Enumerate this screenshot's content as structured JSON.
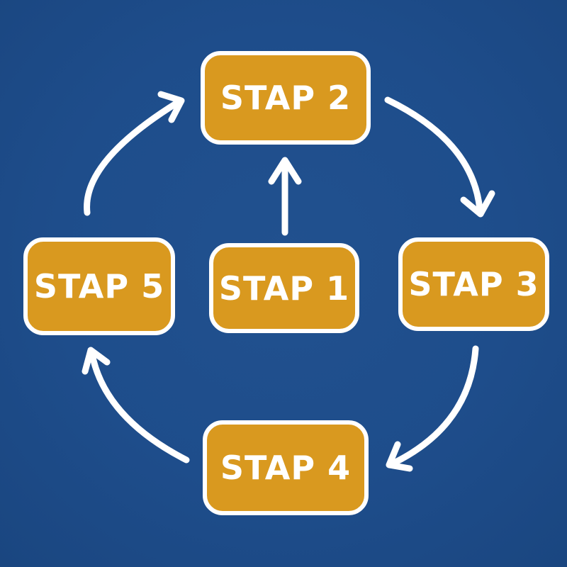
{
  "diagram": {
    "type": "cycle-flow",
    "steps": [
      {
        "id": "step-1",
        "label": "STAP 1",
        "position": "center"
      },
      {
        "id": "step-2",
        "label": "STAP 2",
        "position": "top"
      },
      {
        "id": "step-3",
        "label": "STAP 3",
        "position": "right"
      },
      {
        "id": "step-4",
        "label": "STAP 4",
        "position": "bottom"
      },
      {
        "id": "step-5",
        "label": "STAP 5",
        "position": "left"
      }
    ],
    "connections": [
      {
        "from": "STAP 1",
        "to": "STAP 2",
        "style": "straight-up-arrow"
      },
      {
        "from": "STAP 2",
        "to": "STAP 3",
        "style": "curved-clockwise-arrow"
      },
      {
        "from": "STAP 3",
        "to": "STAP 4",
        "style": "curved-clockwise-arrow"
      },
      {
        "from": "STAP 4",
        "to": "STAP 5",
        "style": "curved-clockwise-arrow"
      },
      {
        "from": "STAP 5",
        "to": "STAP 2",
        "style": "curved-clockwise-arrow"
      }
    ],
    "colors": {
      "background": "#1E4D8B",
      "box_fill": "#D9991F",
      "box_border": "#FFFFFF",
      "label": "#FFFFFF",
      "arrow": "#FFFFFF"
    }
  }
}
